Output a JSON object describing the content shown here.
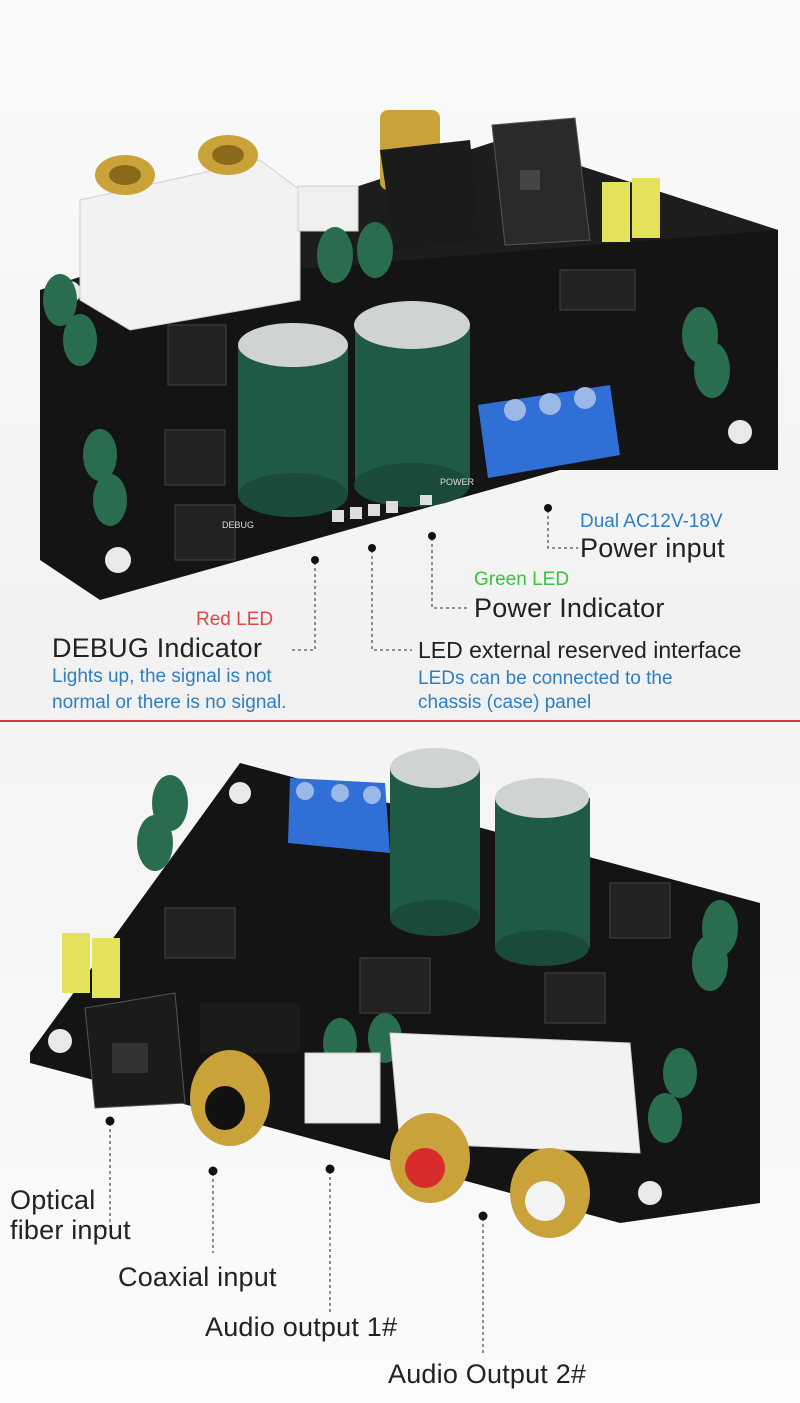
{
  "top": {
    "dual_ac": "Dual AC12V-18V",
    "power_input": "Power input",
    "green_led": "Green LED",
    "power_indicator": "Power Indicator",
    "red_led": "Red LED",
    "debug_indicator": "DEBUG Indicator",
    "debug_note_1": "Lights up, the signal is not",
    "debug_note_2": "normal or there is no signal.",
    "led_external": "LED external reserved interface",
    "led_note_1": "LEDs can be connected to the",
    "led_note_2": "chassis (case) panel",
    "silk_debug": "DEBUG",
    "silk_power": "POWER"
  },
  "bottom": {
    "optical_1": "Optical",
    "optical_2": "fiber input",
    "coaxial": "Coaxial input",
    "audio_out_1": "Audio output 1#",
    "audio_out_2": "Audio Output 2#"
  },
  "colors": {
    "pcb": "#141414",
    "capacitor": "#1f5a44",
    "terminal": "#2f6fd6",
    "gold": "#c9a23a",
    "divider": "#d23a3a",
    "note_blue": "#2d7fc4",
    "red_led": "#e04848",
    "green_led": "#3cc23c"
  }
}
